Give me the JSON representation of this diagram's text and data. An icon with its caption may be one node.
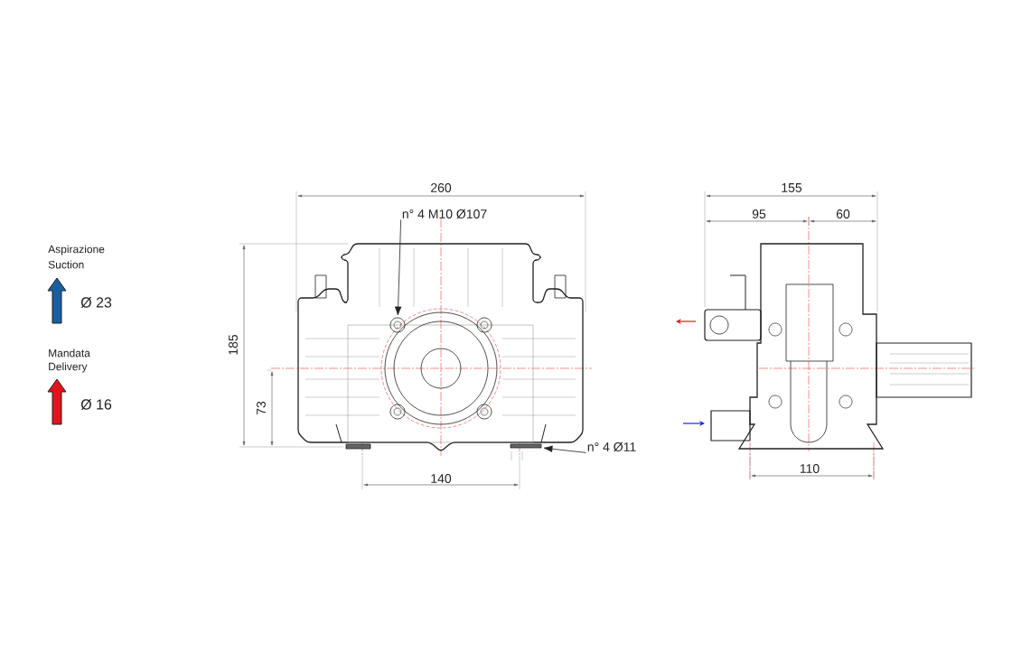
{
  "diagram": {
    "nodes": [
      {
        "text": [
          "n° 4 M10 Ø107"
        ]
      },
      {
        "text": [],
        "shape": "circle"
      },
      {
        "text": [
          "n° 4 Ø11"
        ]
      },
      {
        "text": [],
        "shape": "bar"
      }
    ],
    "edges": [
      {
        "from": 0,
        "to": 1,
        "arrow": "to"
      },
      {
        "from": 2,
        "to": 3,
        "arrow": "to"
      }
    ],
    "labels": [
      "260",
      "155",
      "95",
      "60",
      "Aspirazione",
      "Suction",
      "185",
      "Ø 23",
      "Mandata",
      "Delivery",
      "Ø 16",
      "73",
      "140",
      "110"
    ]
  }
}
